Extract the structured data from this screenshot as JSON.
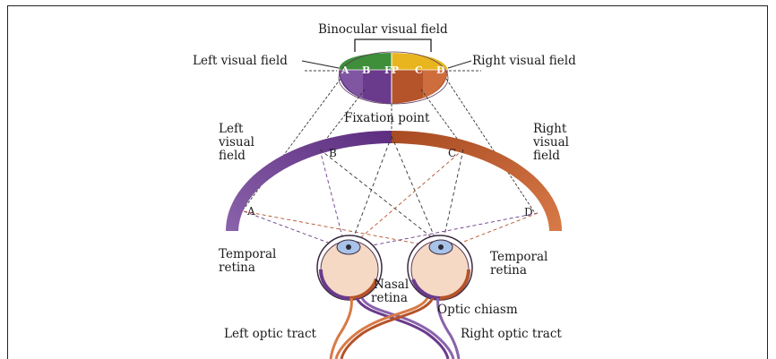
{
  "labels": {
    "binocular": "Binocular visual field",
    "left_field_top": "Left visual field",
    "right_field_top": "Right visual field",
    "fixation": "Fixation point",
    "left_field_side": [
      "Left",
      "visual",
      "field"
    ],
    "right_field_side": [
      "Right",
      "visual",
      "field"
    ],
    "temporal_left": [
      "Temporal",
      "retina"
    ],
    "temporal_right": [
      "Temporal",
      "retina"
    ],
    "nasal": [
      "Nasal",
      "retina"
    ],
    "chiasm": "Optic chiasm",
    "left_tract": "Left optic tract",
    "right_tract": "Right optic tract"
  },
  "points": {
    "A": "A",
    "B": "B",
    "FP": "FP",
    "C": "C",
    "D": "D"
  },
  "colors": {
    "purple": "#6a3a8c",
    "purple_light": "#8a63ab",
    "orange": "#b5532a",
    "orange_light": "#d87a47",
    "green": "#3e8e3a",
    "yellow": "#e8b51f",
    "retina_fill": "#f5d9c4"
  }
}
